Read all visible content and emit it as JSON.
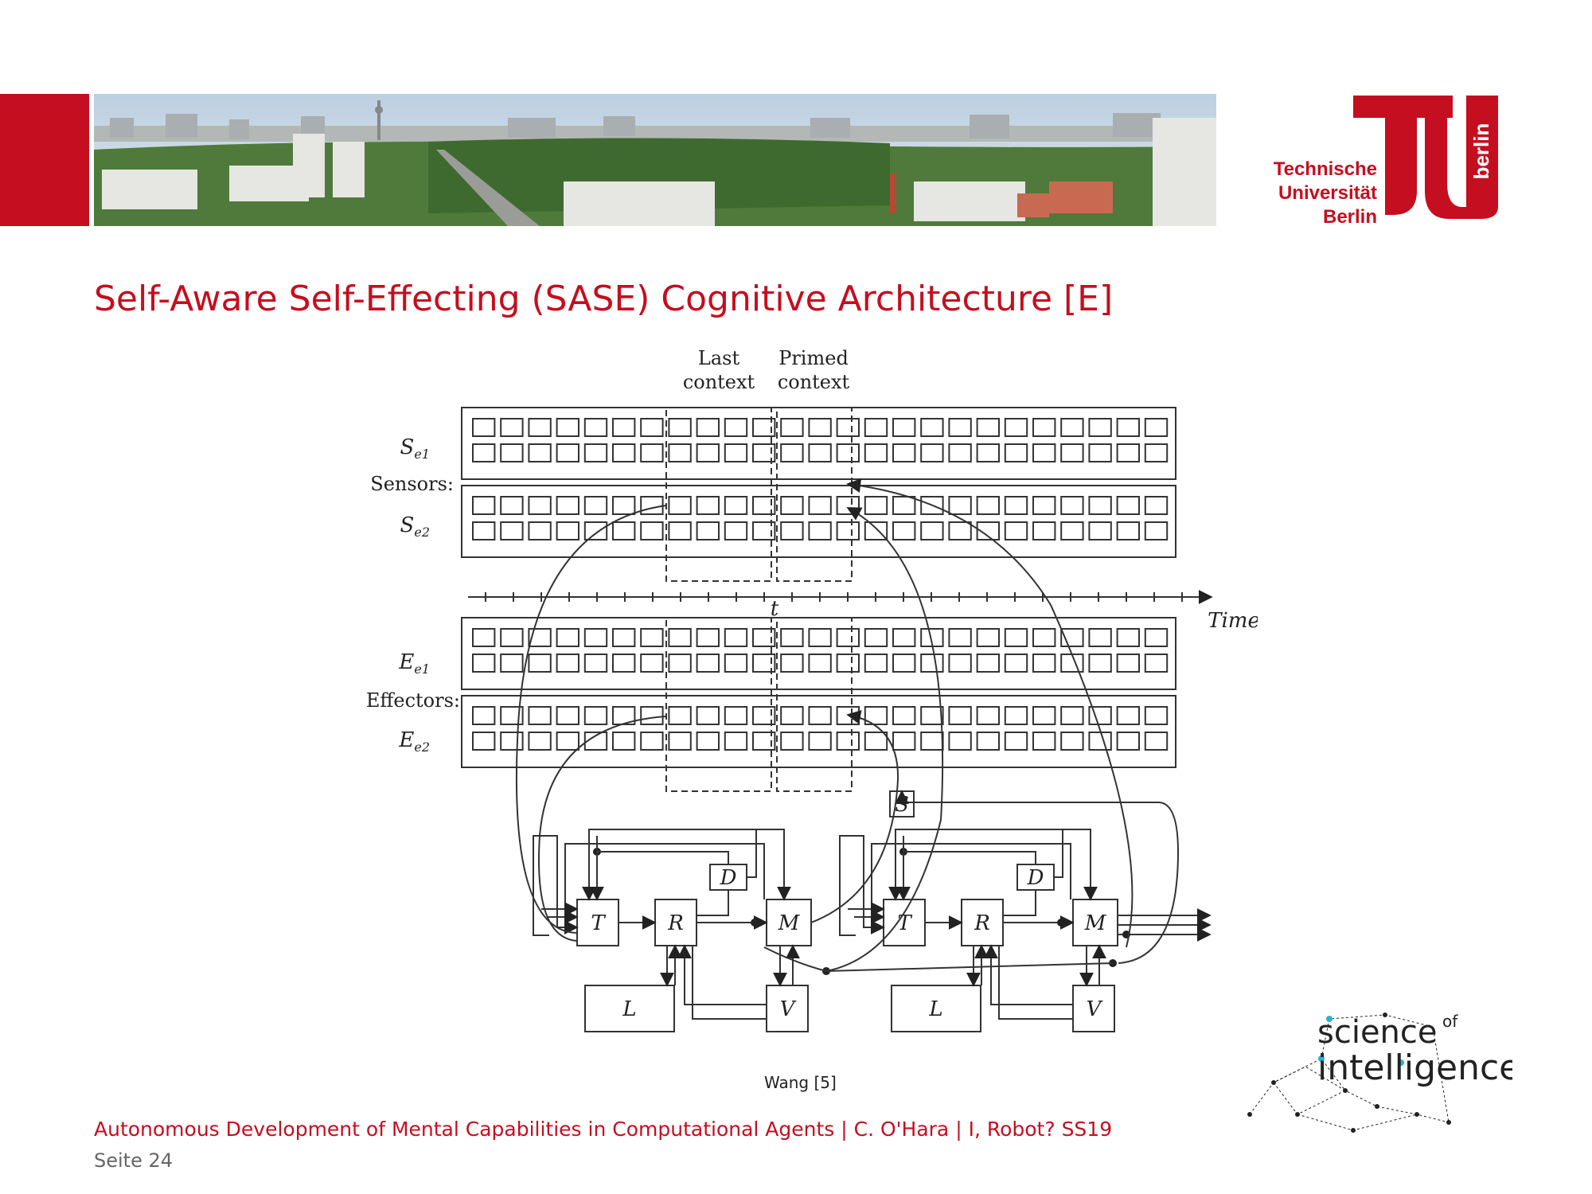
{
  "header": {
    "logo_lines": [
      "Technische",
      "Universität",
      "Berlin"
    ],
    "logo_side_text": "berlin",
    "banner_alt": "Berlin skyline panorama"
  },
  "slide": {
    "title": "Self-Aware Self-Effecting (SASE) Cognitive Architecture [E]",
    "caption": "Wang [5]"
  },
  "diagram": {
    "context_last": [
      "Last",
      "context"
    ],
    "context_primed": [
      "Primed",
      "context"
    ],
    "sensor_row_1": "S",
    "sensor_row_1_sub": "e1",
    "sensor_row_2": "S",
    "sensor_row_2_sub": "e2",
    "sensors_label": "Sensors:",
    "effector_row_1": "E",
    "effector_row_1_sub": "e1",
    "effector_row_2": "E",
    "effector_row_2_sub": "e2",
    "effectors_label": "Effectors:",
    "time_marker": "t",
    "time_label": "Time",
    "blocks": {
      "T": "T",
      "R": "R",
      "D": "D",
      "M": "M",
      "L": "L",
      "V": "V",
      "S": "S"
    }
  },
  "footer": {
    "text": "Autonomous Development of Mental Capabilities in Computational Agents | C. O'Hara | I, Robot? SS19",
    "page": "Seite 24"
  },
  "soi_logo": {
    "word1": "science",
    "of": "of",
    "word2": "intelligence"
  },
  "colors": {
    "brand_red": "#c50e1f",
    "dot_cyan": "#2ab0d8"
  }
}
